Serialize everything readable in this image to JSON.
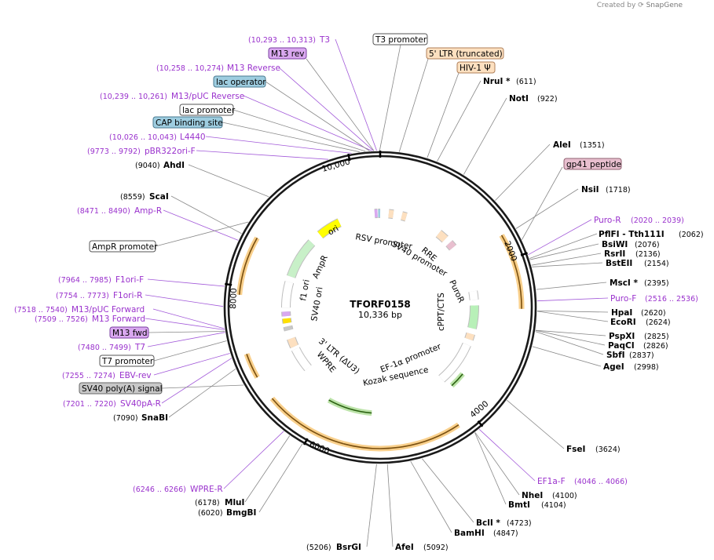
{
  "app": {
    "watermark_prefix": "Created by",
    "watermark_brand": "SnapGene"
  },
  "plasmid": {
    "name": "TFORF0158",
    "size": "10,336 bp"
  },
  "colors": {
    "backbone": "#1a1a1a",
    "enzyme": "#000000",
    "primer": "#9a32cd",
    "orange_feature": "#f0a020",
    "green_feature": "#3a9a20",
    "promoter_box": "#ffffff",
    "ltr_box": "#fde0c0",
    "blue_box": "#9ecde0",
    "purple_box": "#d9a8f0",
    "gray_box": "#c8c8c8",
    "pink_box": "#e8bfcf"
  },
  "ticks": [
    {
      "label": "2000"
    },
    {
      "label": "4000"
    },
    {
      "label": "6000"
    },
    {
      "label": "8000"
    },
    {
      "label": "10,000"
    }
  ],
  "enzymes_right": [
    {
      "name": "NruI *",
      "pos": "(611)"
    },
    {
      "name": "NotI",
      "pos": "(922)"
    },
    {
      "name": "AleI",
      "pos": "(1351)"
    },
    {
      "name": "NsiI",
      "pos": "(1718)"
    },
    {
      "name": "PflFI - Tth111I",
      "pos": "(2062)"
    },
    {
      "name": "BsiWI",
      "pos": "(2076)"
    },
    {
      "name": "RsrII",
      "pos": "(2136)"
    },
    {
      "name": "BstEII",
      "pos": "(2154)"
    },
    {
      "name": "MscI *",
      "pos": "(2395)"
    },
    {
      "name": "HpaI",
      "pos": "(2620)"
    },
    {
      "name": "EcoRI",
      "pos": "(2624)"
    },
    {
      "name": "PspXI",
      "pos": "(2825)"
    },
    {
      "name": "PaqCI",
      "pos": "(2826)"
    },
    {
      "name": "SbfI",
      "pos": "(2837)"
    },
    {
      "name": "AgeI",
      "pos": "(2998)"
    },
    {
      "name": "FseI",
      "pos": "(3624)"
    },
    {
      "name": "NheI",
      "pos": "(4100)"
    },
    {
      "name": "BmtI",
      "pos": "(4104)"
    },
    {
      "name": "BclI *",
      "pos": "(4723)"
    },
    {
      "name": "BamHI",
      "pos": "(4847)"
    }
  ],
  "enzymes_bottom": [
    {
      "name": "BsrGI",
      "pos": "(5206)"
    },
    {
      "name": "AfeI",
      "pos": "(5092)"
    }
  ],
  "enzymes_left": [
    {
      "name": "AhdI",
      "pos": "(9040)"
    },
    {
      "name": "ScaI",
      "pos": "(8559)"
    },
    {
      "name": "SnaBI",
      "pos": "(7090)"
    },
    {
      "name": "MluI",
      "pos": "(6178)"
    },
    {
      "name": "BmgBI",
      "pos": "(6020)"
    }
  ],
  "primers_right": [
    {
      "name": "Puro-R",
      "pos": "(2020 .. 2039)"
    },
    {
      "name": "Puro-F",
      "pos": "(2516 .. 2536)"
    },
    {
      "name": "EF1a-F",
      "pos": "(4046 .. 4066)"
    }
  ],
  "primers_left": [
    {
      "name": "T3",
      "pos": "(10,293 .. 10,313)"
    },
    {
      "name": "M13 Reverse",
      "pos": "(10,258 .. 10,274)"
    },
    {
      "name": "M13/pUC Reverse",
      "pos": "(10,239 .. 10,261)"
    },
    {
      "name": "L4440",
      "pos": "(10,026 .. 10,043)"
    },
    {
      "name": "pBR322ori-F",
      "pos": "(9773 .. 9792)"
    },
    {
      "name": "Amp-R",
      "pos": "(8471 .. 8490)"
    },
    {
      "name": "F1ori-F",
      "pos": "(7964 .. 7985)"
    },
    {
      "name": "F1ori-R",
      "pos": "(7754 .. 7773)"
    },
    {
      "name": "M13/pUC Forward",
      "pos": "(7518 .. 7540)"
    },
    {
      "name": "M13 Forward",
      "pos": "(7509 .. 7526)"
    },
    {
      "name": "T7",
      "pos": "(7480 .. 7499)"
    },
    {
      "name": "EBV-rev",
      "pos": "(7255 .. 7274)"
    },
    {
      "name": "SV40pA-R",
      "pos": "(7201 .. 7220)"
    },
    {
      "name": "WPRE-R",
      "pos": "(6246 .. 6266)"
    }
  ],
  "boxed_labels": [
    {
      "text": "T3 promoter"
    },
    {
      "text": "5' LTR (truncated)"
    },
    {
      "text": "HIV-1 Ψ"
    },
    {
      "text": "gp41 peptide"
    },
    {
      "text": "M13 rev"
    },
    {
      "text": "lac operator"
    },
    {
      "text": "lac promoter"
    },
    {
      "text": "CAP binding site"
    },
    {
      "text": "AmpR promoter"
    },
    {
      "text": "M13 fwd"
    },
    {
      "text": "T7 promoter"
    },
    {
      "text": "SV40 poly(A) signal"
    }
  ],
  "inner_labels": [
    {
      "text": "RSV promoter"
    },
    {
      "text": "RRE"
    },
    {
      "text": "SV40 promoter"
    },
    {
      "text": "PuroR"
    },
    {
      "text": "cPPT/CTS"
    },
    {
      "text": "EF-1α promoter"
    },
    {
      "text": "Kozak sequence"
    },
    {
      "text": "3' LTR (ΔU3)"
    },
    {
      "text": "WPRE"
    },
    {
      "text": "SV40 ori"
    },
    {
      "text": "f1 ori"
    },
    {
      "text": "AmpR"
    },
    {
      "text": "ori"
    }
  ]
}
